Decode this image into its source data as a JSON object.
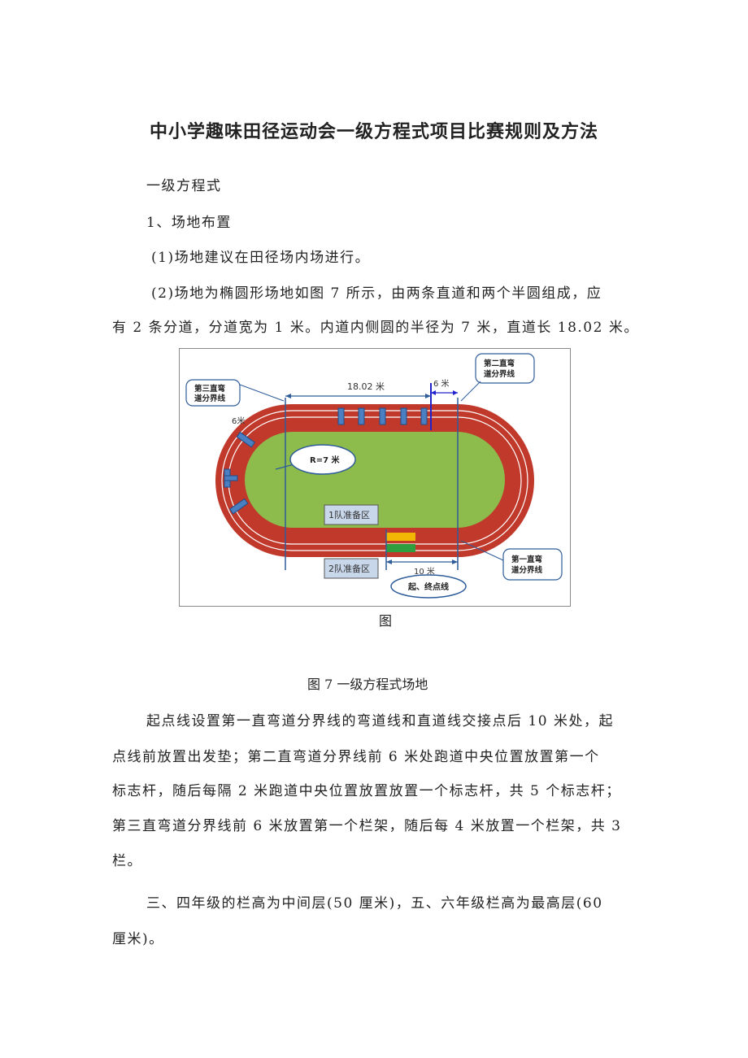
{
  "title": "中小学趣味田径运动会一级方程式项目比赛规则及方法",
  "section": "一级方程式",
  "item1": "1、场地布置",
  "p1": "(1)场地建议在田径场内场进行。",
  "p2_line1": "(2)场地为椭圆形场地如图 7 所示，由两条直道和两个半圆组成，应",
  "p2_line2": "有 2 条分道，分道宽为 1 米。内道内侧圆的半径为 7 米，直道长 18.02 米。",
  "figure": {
    "label_18m": "18.02 米",
    "label_6m_top": "6 米",
    "label_6m_left": "6米",
    "label_radius": "R=7 米",
    "label_10m": "10 米",
    "callout_third": [
      "第三直弯",
      "道分界线"
    ],
    "callout_second": [
      "第二直弯",
      "道分界线"
    ],
    "callout_first": [
      "第一直弯",
      "道分界线"
    ],
    "callout_start": "起、终点线",
    "team1": "1队准备区",
    "team2": "2队准备区",
    "colors": {
      "track": "#c0392b",
      "field": "#8dbb4c",
      "line": "#2e5c9a",
      "zone": "#c9d7ea",
      "yellow": "#f2b705",
      "green": "#2e9e3e"
    }
  },
  "figure_small_label": "图",
  "figure_caption": "图 7 一级方程式场地",
  "p3_lines": [
    "起点线设置第一直弯道分界线的弯道线和直道线交接点后 10 米处，起",
    "点线前放置出发垫；第二直弯道分界线前 6 米处跑道中央位置放置第一个",
    "标志杆，随后每隔 2 米跑道中央位置放置放置一个标志杆，共 5 个标志杆；",
    "第三直弯道分界线前 6 米放置第一个栏架，随后每 4 米放置一个栏架，共 3",
    "栏。"
  ],
  "p4_line1": "三、四年级的栏高为中间层(50 厘米)，五、六年级栏高为最高层(60",
  "p4_line2": "厘米)。"
}
